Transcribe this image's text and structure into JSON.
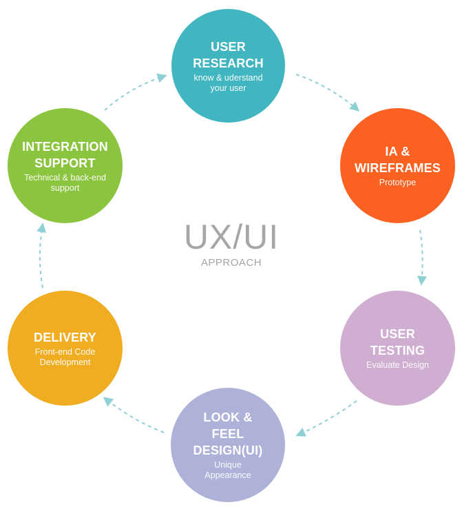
{
  "center": {
    "title": "UX/UI",
    "subtitle": "APPROACH"
  },
  "steps": [
    {
      "title": "USER\nRESEARCH",
      "subtitle": "know & uderstand\nyour user",
      "color": "#41b6c0"
    },
    {
      "title": "IA &\nWIREFRAMES",
      "subtitle": "Prototype",
      "color": "#fb6120"
    },
    {
      "title": "USER\nTESTING",
      "subtitle": "Evaluate Design",
      "color": "#cfaed1"
    },
    {
      "title": "LOOK & FEEL\nDESIGN(UI)",
      "subtitle": "Unique\nAppearance",
      "color": "#aeb1d8"
    },
    {
      "title": "DELIVERY",
      "subtitle": "Front-end Code\nDevelopment",
      "color": "#f0ad22"
    },
    {
      "title": "INTEGRATION\nSUPPORT",
      "subtitle": "Technical & back-end\nsupport",
      "color": "#8bc43f"
    }
  ],
  "arrow_color": "#8fd0d4"
}
